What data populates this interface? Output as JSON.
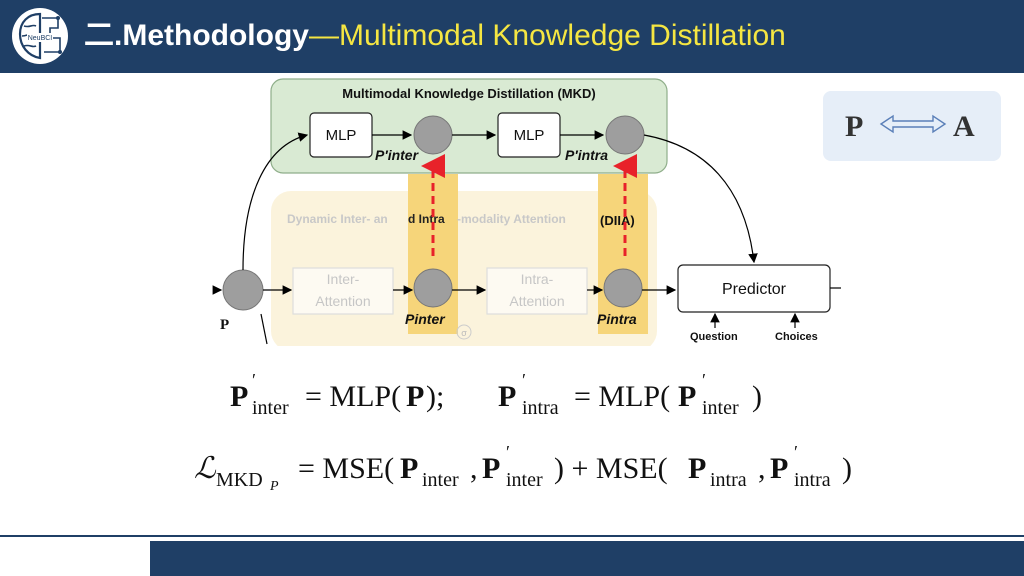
{
  "header": {
    "number": "二.",
    "title_main": "Methodology",
    "dash": "—",
    "title_sub": "Multimodal Knowledge Distillation",
    "logo_text": "NeuBCI"
  },
  "diagram": {
    "mkd_title": "Multimodal Knowledge Distillation (MKD)",
    "mlp1": "MLP",
    "mlp2": "MLP",
    "p_inter_prime": "P′inter",
    "p_intra_prime": "P′intra",
    "diia_title_a": "Dynamic Inter- an",
    "diia_title_b": "d Intra",
    "diia_title_c": "-modality  Attention",
    "diia_tag": "(DIIA)",
    "inter_attention": [
      "Inter-",
      "Attention"
    ],
    "intra_attention": [
      "Intra-",
      "Attention"
    ],
    "p_inter": "Pinter",
    "p_intra": "Pintra",
    "p_input": "P",
    "predictor": "Predictor",
    "question": "Question",
    "choices": "Choices",
    "sigma": "σ"
  },
  "pa": {
    "left": "P",
    "right": "A"
  },
  "formulas": {
    "line1": {
      "lhs1_base": "P",
      "lhs1_sub": "inter",
      "eq1": "= MLP(",
      "arg1": "P",
      "close1": ");",
      "lhs2_base": "P",
      "lhs2_sub": "intra",
      "eq2": "= MLP(",
      "arg2_base": "P",
      "arg2_sub": "inter",
      "close2": ")"
    },
    "line2": {
      "loss": "ℒ",
      "loss_sub": "MKD",
      "loss_subsub": "P",
      "eq": "= MSE(",
      "a_base": "P",
      "a_sub": "inter",
      "comma1": ",",
      "b_base": "P",
      "b_sub": "inter",
      "plus": ") + MSE(",
      "c_base": "P",
      "c_sub": "intra",
      "comma2": ",",
      "d_base": "P",
      "d_sub": "intra",
      "close": ")"
    }
  },
  "colors": {
    "header_bg": "#1f3f66",
    "accent_yellow": "#f5e642",
    "mkd_bg": "#d9ead3",
    "diia_highlight": "#f6d57a",
    "arrow_red": "#e8222a"
  }
}
